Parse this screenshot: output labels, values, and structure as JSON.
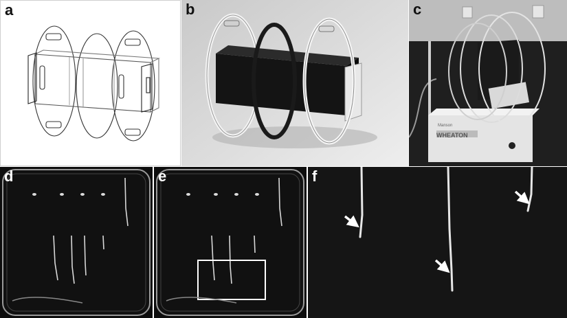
{
  "figure": {
    "panels": [
      {
        "id": "a",
        "label": "a"
      },
      {
        "id": "b",
        "label": "b"
      },
      {
        "id": "c",
        "label": "c"
      },
      {
        "id": "d",
        "label": "d"
      },
      {
        "id": "e",
        "label": "e"
      },
      {
        "id": "f",
        "label": "f"
      }
    ],
    "device_label": {
      "brand": "WHEATON",
      "maker": "Manson"
    },
    "colors": {
      "background": "#ffffff",
      "plate": "#0d0d0d",
      "root": "#e6e6e6",
      "arrow": "#ffffff",
      "highlight_box": "#ffffff"
    }
  }
}
